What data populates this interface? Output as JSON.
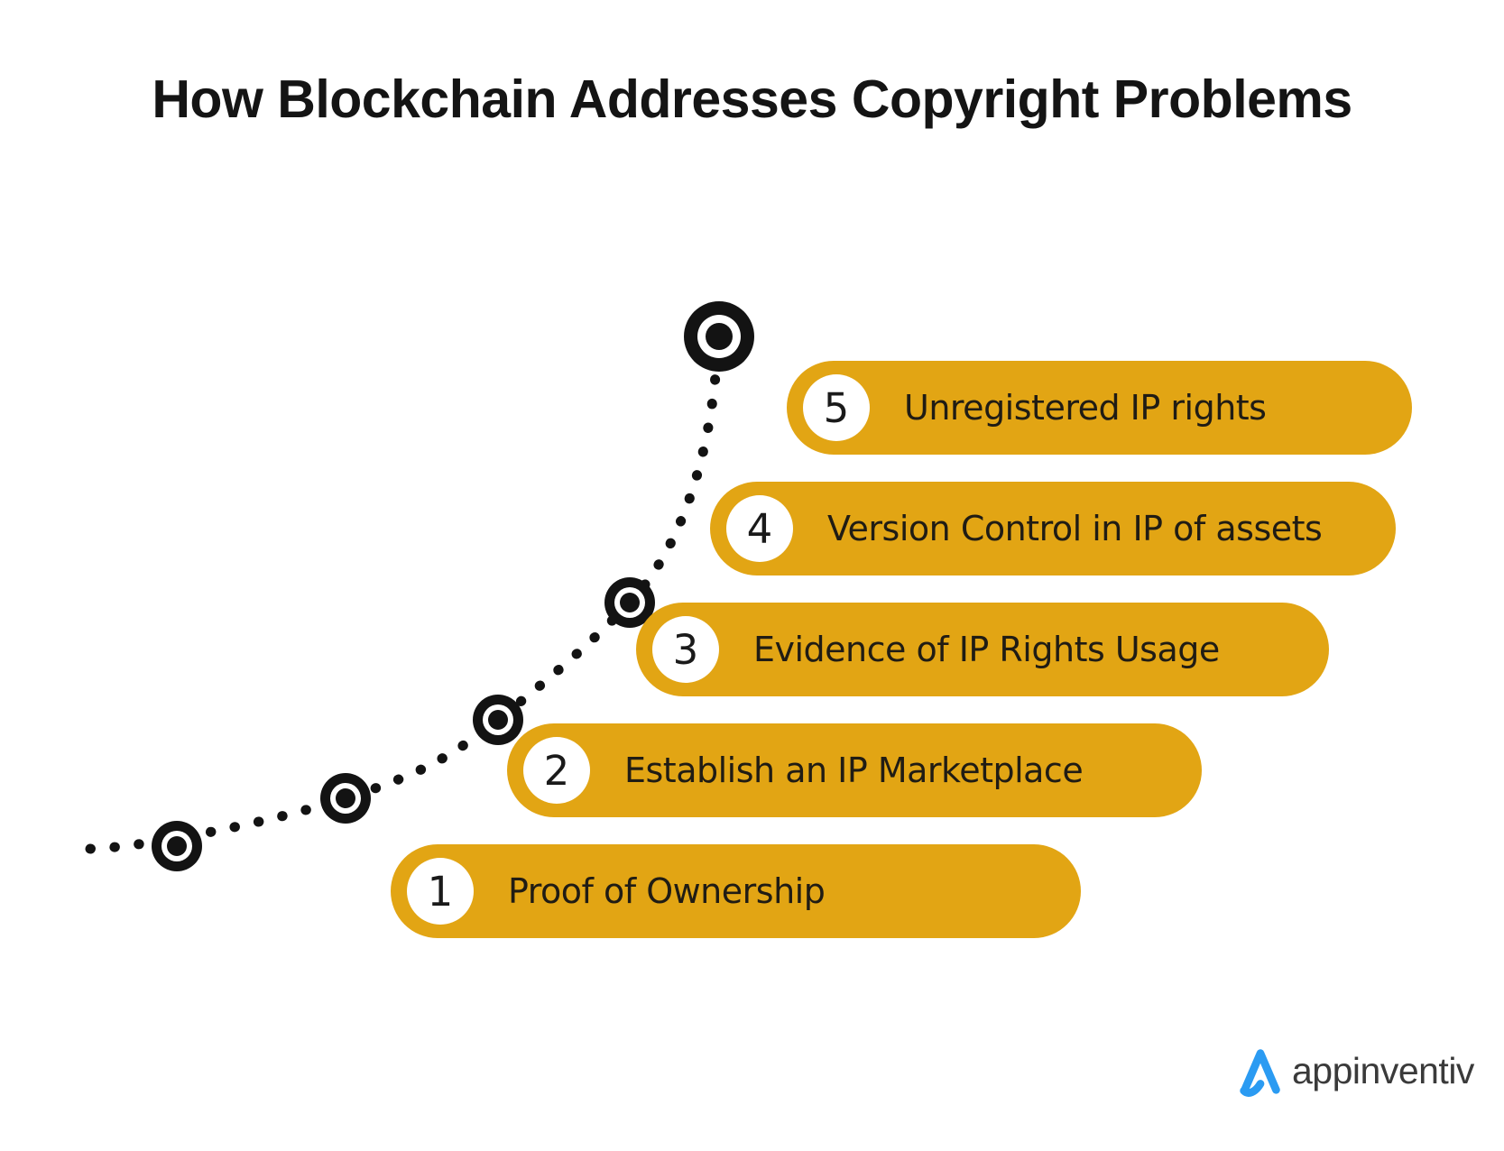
{
  "title": "How Blockchain Addresses Copyright Problems",
  "steps": [
    {
      "number": "1",
      "label": "Proof of Ownership"
    },
    {
      "number": "2",
      "label": "Establish an IP Marketplace"
    },
    {
      "number": "3",
      "label": "Evidence of IP Rights Usage"
    },
    {
      "number": "4",
      "label": "Version Control in IP of assets"
    },
    {
      "number": "5",
      "label": "Unregistered IP rights"
    }
  ],
  "brand": {
    "name": "appinventiv"
  },
  "colors": {
    "gold": "#E2A514",
    "ink": "#141414",
    "logo_blue": "#2B9BF2",
    "bg": "#ffffff"
  },
  "icons": {
    "curve_markers": "bullseye-marker-icon",
    "logo_mark": "appinventiv-a-icon"
  }
}
